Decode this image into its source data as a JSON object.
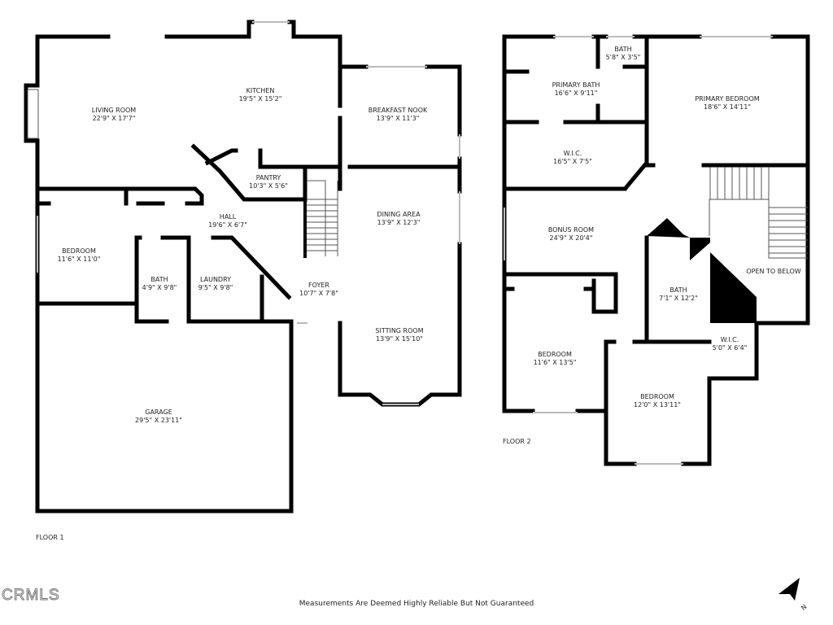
{
  "floors": [
    {
      "label": "FLOOR 1",
      "rooms": [
        {
          "name": "LIVING ROOM",
          "dims": "22'9\" X 17'7\""
        },
        {
          "name": "KITCHEN",
          "dims": "19'5\" X 15'2\""
        },
        {
          "name": "BREAKFAST NOOK",
          "dims": "13'9\" X 11'3\""
        },
        {
          "name": "PANTRY",
          "dims": "10'3\" X 5'6\""
        },
        {
          "name": "HALL",
          "dims": "19'6\" X 6'7\""
        },
        {
          "name": "DINING AREA",
          "dims": "13'9\" X 12'3\""
        },
        {
          "name": "BEDROOM",
          "dims": "11'6\" X 11'0\""
        },
        {
          "name": "BATH",
          "dims": "4'9\" X 9'8\""
        },
        {
          "name": "LAUNDRY",
          "dims": "9'5\" X 9'8\""
        },
        {
          "name": "FOYER",
          "dims": "10'7\" X 7'8\""
        },
        {
          "name": "SITTING ROOM",
          "dims": "13'9\" X 15'10\""
        },
        {
          "name": "GARAGE",
          "dims": "29'5\" X 23'11\""
        }
      ]
    },
    {
      "label": "FLOOR 2",
      "rooms": [
        {
          "name": "BATH",
          "dims": "5'8\" X 3'5\""
        },
        {
          "name": "PRIMARY BATH",
          "dims": "16'6\" X 9'11\""
        },
        {
          "name": "PRIMARY BEDROOM",
          "dims": "18'6\" X 14'11\""
        },
        {
          "name": "W.I.C.",
          "dims": "16'5\" X 7'5\""
        },
        {
          "name": "BONUS ROOM",
          "dims": "24'9\" X 20'4\""
        },
        {
          "name": "OPEN TO BELOW",
          "dims": ""
        },
        {
          "name": "BATH",
          "dims": "7'1\" X 12'2\""
        },
        {
          "name": "BEDROOM",
          "dims": "11'6\" X 13'5\""
        },
        {
          "name": "W.I.C.",
          "dims": "5'0\" X 6'4\""
        },
        {
          "name": "BEDROOM",
          "dims": "12'0\" X 13'11\""
        }
      ]
    }
  ],
  "disclaimer": "Measurements Are Deemed Highly Reliable But Not Guaranteed",
  "logo_text": "CRMLS",
  "compass_label": "N",
  "colors": {
    "wall": "#000000",
    "window": "#cccccc",
    "background": "#ffffff"
  }
}
